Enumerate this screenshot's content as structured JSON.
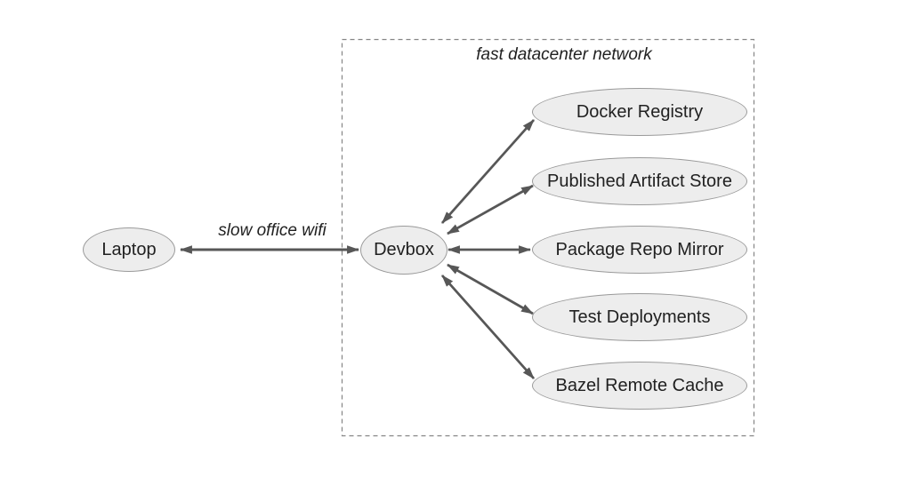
{
  "diagram": {
    "type": "network-topology",
    "boundary": {
      "label": "fast datacenter network",
      "style": "dashed-rectangle"
    },
    "nodes": {
      "laptop": {
        "label": "Laptop"
      },
      "devbox": {
        "label": "Devbox"
      },
      "services": [
        {
          "label": "Docker Registry"
        },
        {
          "label": "Published Artifact Store"
        },
        {
          "label": "Package Repo Mirror"
        },
        {
          "label": "Test Deployments"
        },
        {
          "label": "Bazel Remote Cache"
        }
      ]
    },
    "edges": [
      {
        "from": "Laptop",
        "to": "Devbox",
        "label": "slow office wifi",
        "bidirectional": true
      },
      {
        "from": "Devbox",
        "to": "Docker Registry",
        "label": "",
        "bidirectional": true
      },
      {
        "from": "Devbox",
        "to": "Published Artifact Store",
        "label": "",
        "bidirectional": true
      },
      {
        "from": "Devbox",
        "to": "Package Repo Mirror",
        "label": "",
        "bidirectional": true
      },
      {
        "from": "Devbox",
        "to": "Test Deployments",
        "label": "",
        "bidirectional": true
      },
      {
        "from": "Devbox",
        "to": "Bazel Remote Cache",
        "label": "",
        "bidirectional": true
      }
    ],
    "colors": {
      "node_fill": "#ededed",
      "node_border": "#9a9a9a",
      "arrow": "#575757",
      "boundary_border": "#858585",
      "text": "#212121",
      "background": "#ffffff"
    }
  }
}
